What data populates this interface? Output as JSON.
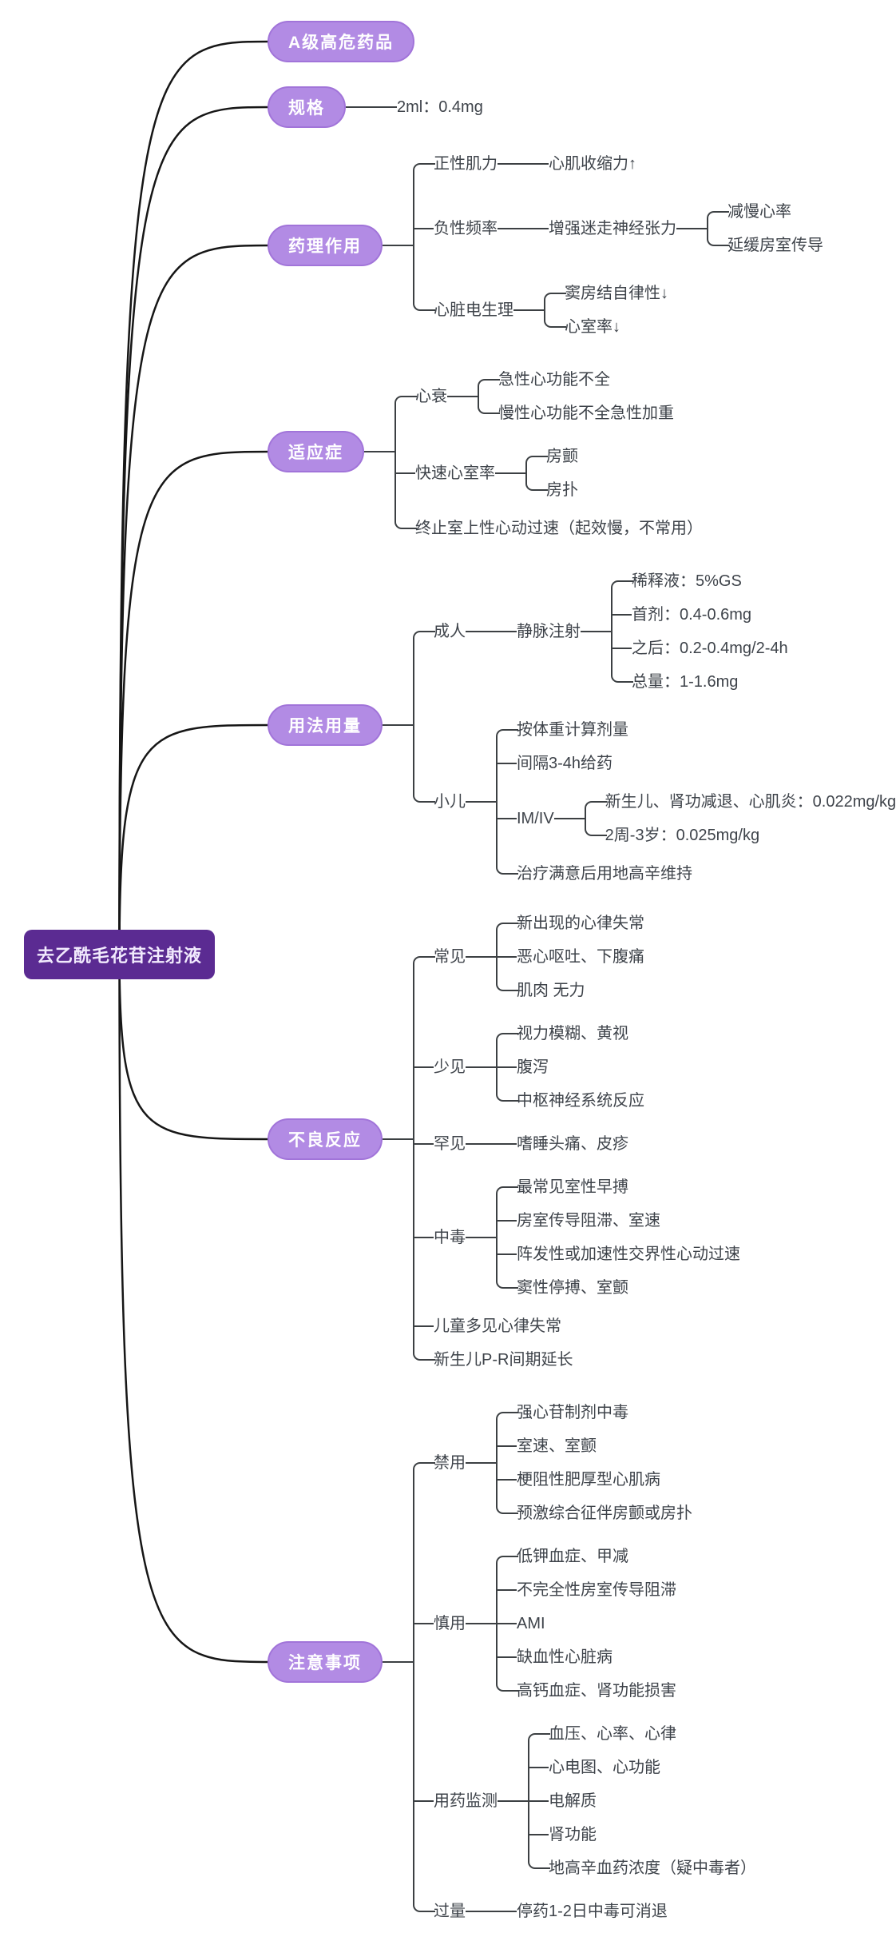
{
  "root": {
    "label": "去乙酰毛花苷注射液"
  },
  "branches": [
    {
      "label": "A级高危药品"
    },
    {
      "label": "规格",
      "children": [
        {
          "label": "2ml：0.4mg"
        }
      ]
    },
    {
      "label": "药理作用",
      "children": [
        {
          "label": "正性肌力",
          "children": [
            {
              "label": "心肌收缩力↑"
            }
          ]
        },
        {
          "label": "负性频率",
          "children": [
            {
              "label": "增强迷走神经张力",
              "children": [
                {
                  "label": "减慢心率"
                },
                {
                  "label": "延缓房室传导"
                }
              ]
            }
          ]
        },
        {
          "label": "心脏电生理",
          "children": [
            {
              "label": "窦房结自律性↓"
            },
            {
              "label": "心室率↓"
            }
          ]
        }
      ]
    },
    {
      "label": "适应症",
      "children": [
        {
          "label": "心衰",
          "children": [
            {
              "label": "急性心功能不全"
            },
            {
              "label": "慢性心功能不全急性加重"
            }
          ]
        },
        {
          "label": "快速心室率",
          "children": [
            {
              "label": "房颤"
            },
            {
              "label": "房扑"
            }
          ]
        },
        {
          "label": "终止室上性心动过速（起效慢，不常用）"
        }
      ]
    },
    {
      "label": "用法用量",
      "children": [
        {
          "label": "成人",
          "children": [
            {
              "label": "静脉注射",
              "children": [
                {
                  "label": "稀释液：5%GS"
                },
                {
                  "label": "首剂：0.4-0.6mg"
                },
                {
                  "label": "之后：0.2-0.4mg/2-4h"
                },
                {
                  "label": "总量：1-1.6mg"
                }
              ]
            }
          ]
        },
        {
          "label": "小儿",
          "children": [
            {
              "label": "按体重计算剂量"
            },
            {
              "label": "间隔3-4h给药"
            },
            {
              "label": "IM/IV",
              "children": [
                {
                  "label": "新生儿、肾功减退、心肌炎：0.022mg/kg"
                },
                {
                  "label": "2周-3岁：0.025mg/kg"
                }
              ]
            },
            {
              "label": "治疗满意后用地高辛维持"
            }
          ]
        }
      ]
    },
    {
      "label": "不良反应",
      "children": [
        {
          "label": "常见",
          "children": [
            {
              "label": "新出现的心律失常"
            },
            {
              "label": "恶心呕吐、下腹痛"
            },
            {
              "label": "肌肉 无力"
            }
          ]
        },
        {
          "label": "少见",
          "children": [
            {
              "label": "视力模糊、黄视"
            },
            {
              "label": "腹泻"
            },
            {
              "label": "中枢神经系统反应"
            }
          ]
        },
        {
          "label": "罕见",
          "children": [
            {
              "label": "嗜睡头痛、皮疹"
            }
          ]
        },
        {
          "label": "中毒",
          "children": [
            {
              "label": "最常见室性早搏"
            },
            {
              "label": "房室传导阻滞、室速"
            },
            {
              "label": "阵发性或加速性交界性心动过速"
            },
            {
              "label": "窦性停搏、室颤"
            }
          ]
        },
        {
          "label": "儿童多见心律失常"
        },
        {
          "label": "新生儿P-R间期延长"
        }
      ]
    },
    {
      "label": "注意事项",
      "children": [
        {
          "label": "禁用",
          "children": [
            {
              "label": "强心苷制剂中毒"
            },
            {
              "label": "室速、室颤"
            },
            {
              "label": "梗阻性肥厚型心肌病"
            },
            {
              "label": "预激综合征伴房颤或房扑"
            }
          ]
        },
        {
          "label": "慎用",
          "children": [
            {
              "label": "低钾血症、甲减"
            },
            {
              "label": "不完全性房室传导阻滞"
            },
            {
              "label": "AMI"
            },
            {
              "label": "缺血性心脏病"
            },
            {
              "label": "高钙血症、肾功能损害"
            }
          ]
        },
        {
          "label": "用药监测",
          "children": [
            {
              "label": "血压、心率、心律"
            },
            {
              "label": "心电图、心功能"
            },
            {
              "label": "电解质"
            },
            {
              "label": "肾功能"
            },
            {
              "label": "地高辛血药浓度（疑中毒者）"
            }
          ]
        },
        {
          "label": "过量",
          "children": [
            {
              "label": "停药1-2日中毒可消退"
            }
          ]
        }
      ]
    }
  ],
  "colors": {
    "branch_pill": "#b28be4",
    "branch_pill_border": "#a174d9",
    "root_bg": "#5b2b92",
    "connector": "#3c4043",
    "root_connector": "#161616",
    "background": "#ffffff"
  }
}
